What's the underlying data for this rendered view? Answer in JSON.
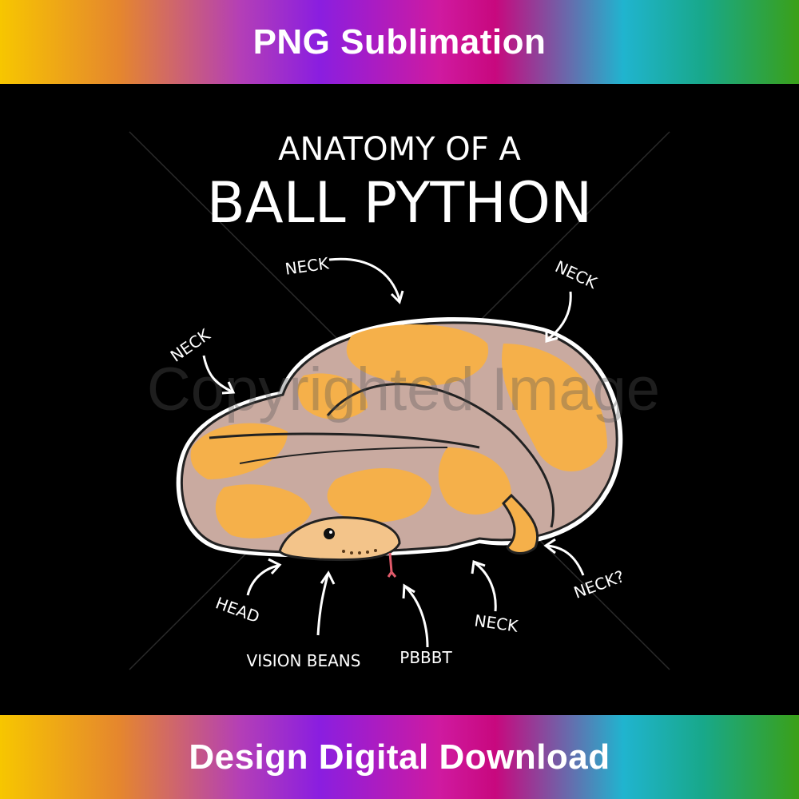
{
  "banner_top": "PNG Sublimation",
  "banner_bottom": "Design Digital Download",
  "artwork": {
    "title_line1": "ANATOMY OF A",
    "title_line2": "BALL PYTHON",
    "watermark": "Copyrighted Image",
    "labels": {
      "neck_top": "NECK",
      "neck_right": "NECK",
      "neck_left": "NECK",
      "head": "HEAD",
      "vision_beans": "VISION BEANS",
      "pbbbt": "PBBBT",
      "neck_bottom": "NECK",
      "neck_question": "NECK?"
    },
    "colors": {
      "background": "#000000",
      "snake_orange": "#f5b04a",
      "snake_lavender": "#c9aaa0"
    }
  }
}
